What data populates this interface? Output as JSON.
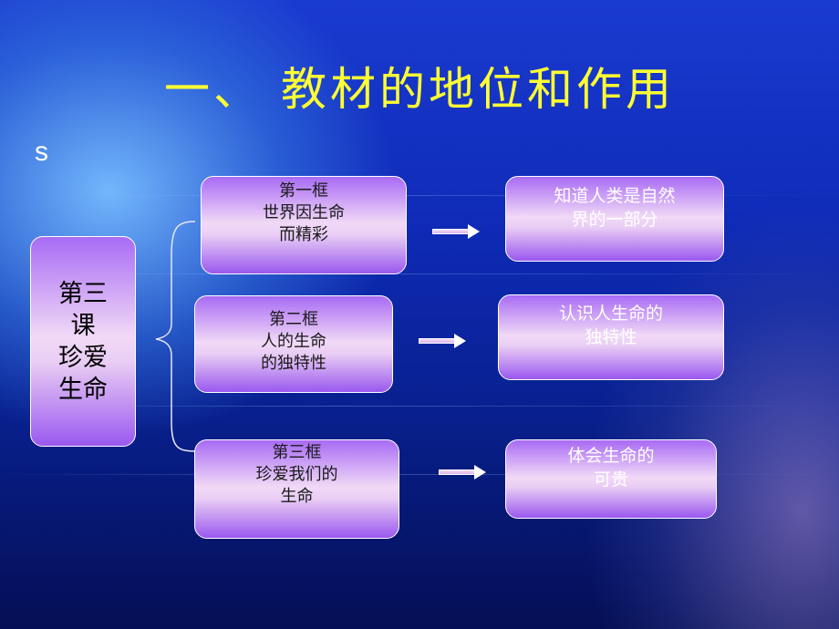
{
  "slide": {
    "title": "一、 教材的地位和作用",
    "bullet": "s"
  },
  "main_box": {
    "lines": [
      "第三",
      "课",
      "珍爱",
      "生命"
    ]
  },
  "frames": [
    {
      "lines": [
        "第一框",
        "世界因生命",
        "而精彩"
      ]
    },
    {
      "lines": [
        "第二框",
        "人的生命",
        "的独特性"
      ]
    },
    {
      "lines": [
        "第三框",
        "珍爱我们的",
        "生命"
      ]
    }
  ],
  "goals": [
    {
      "lines": [
        "知道人类是自然",
        "界的一部分"
      ]
    },
    {
      "lines": [
        "认识人生命的",
        "独特性"
      ]
    },
    {
      "lines": [
        "体会生命的",
        "可贵"
      ]
    }
  ],
  "colors": {
    "title": "#ffff33",
    "box_top": "#a86bf5",
    "box_mid": "#f1d9f6",
    "background": "#0f2bb8"
  },
  "icons": [
    "right-arrow-icon",
    "left-brace-icon"
  ]
}
